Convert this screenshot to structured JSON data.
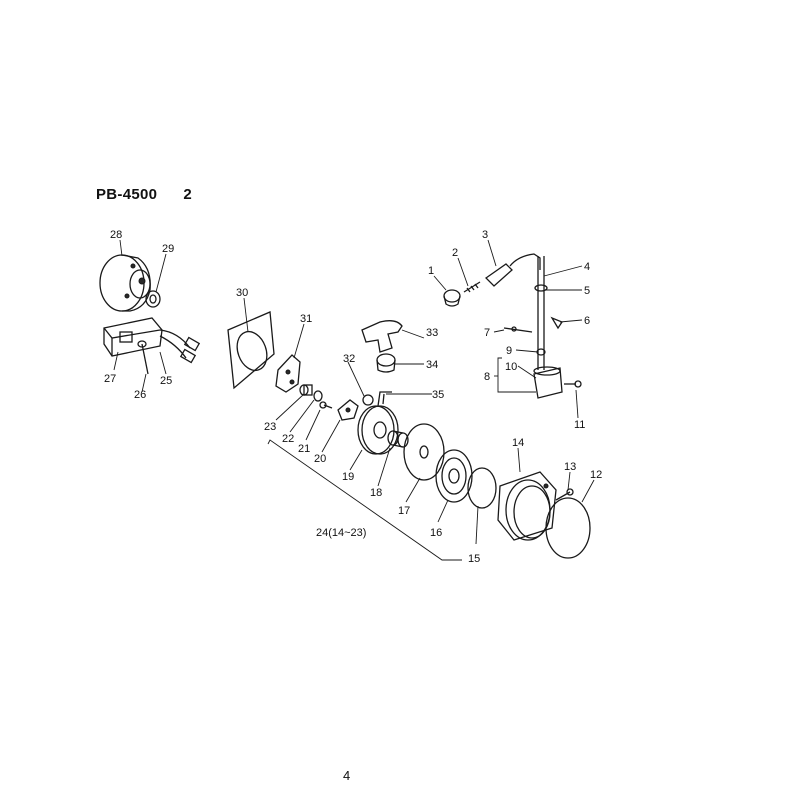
{
  "header": {
    "model": "PB-4500",
    "sheet": "2"
  },
  "footer": {
    "page_number": "4"
  },
  "callouts": [
    {
      "id": "c1",
      "label": "1"
    },
    {
      "id": "c2",
      "label": "2"
    },
    {
      "id": "c3",
      "label": "3"
    },
    {
      "id": "c4",
      "label": "4"
    },
    {
      "id": "c5",
      "label": "5"
    },
    {
      "id": "c6",
      "label": "6"
    },
    {
      "id": "c7",
      "label": "7"
    },
    {
      "id": "c8",
      "label": "8"
    },
    {
      "id": "c9",
      "label": "9"
    },
    {
      "id": "c10",
      "label": "10"
    },
    {
      "id": "c11",
      "label": "11"
    },
    {
      "id": "c12",
      "label": "12"
    },
    {
      "id": "c13",
      "label": "13"
    },
    {
      "id": "c14",
      "label": "14"
    },
    {
      "id": "c15",
      "label": "15"
    },
    {
      "id": "c16",
      "label": "16"
    },
    {
      "id": "c17",
      "label": "17"
    },
    {
      "id": "c18",
      "label": "18"
    },
    {
      "id": "c19",
      "label": "19"
    },
    {
      "id": "c20",
      "label": "20"
    },
    {
      "id": "c21",
      "label": "21"
    },
    {
      "id": "c22",
      "label": "22"
    },
    {
      "id": "c23",
      "label": "23"
    },
    {
      "id": "c24",
      "label": "24(14~23)"
    },
    {
      "id": "c25",
      "label": "25"
    },
    {
      "id": "c26",
      "label": "26"
    },
    {
      "id": "c27",
      "label": "27"
    },
    {
      "id": "c28",
      "label": "28"
    },
    {
      "id": "c29",
      "label": "29"
    },
    {
      "id": "c30",
      "label": "30"
    },
    {
      "id": "c31",
      "label": "31"
    },
    {
      "id": "c32",
      "label": "32"
    },
    {
      "id": "c33",
      "label": "33"
    },
    {
      "id": "c34",
      "label": "34"
    },
    {
      "id": "c35",
      "label": "35"
    }
  ]
}
